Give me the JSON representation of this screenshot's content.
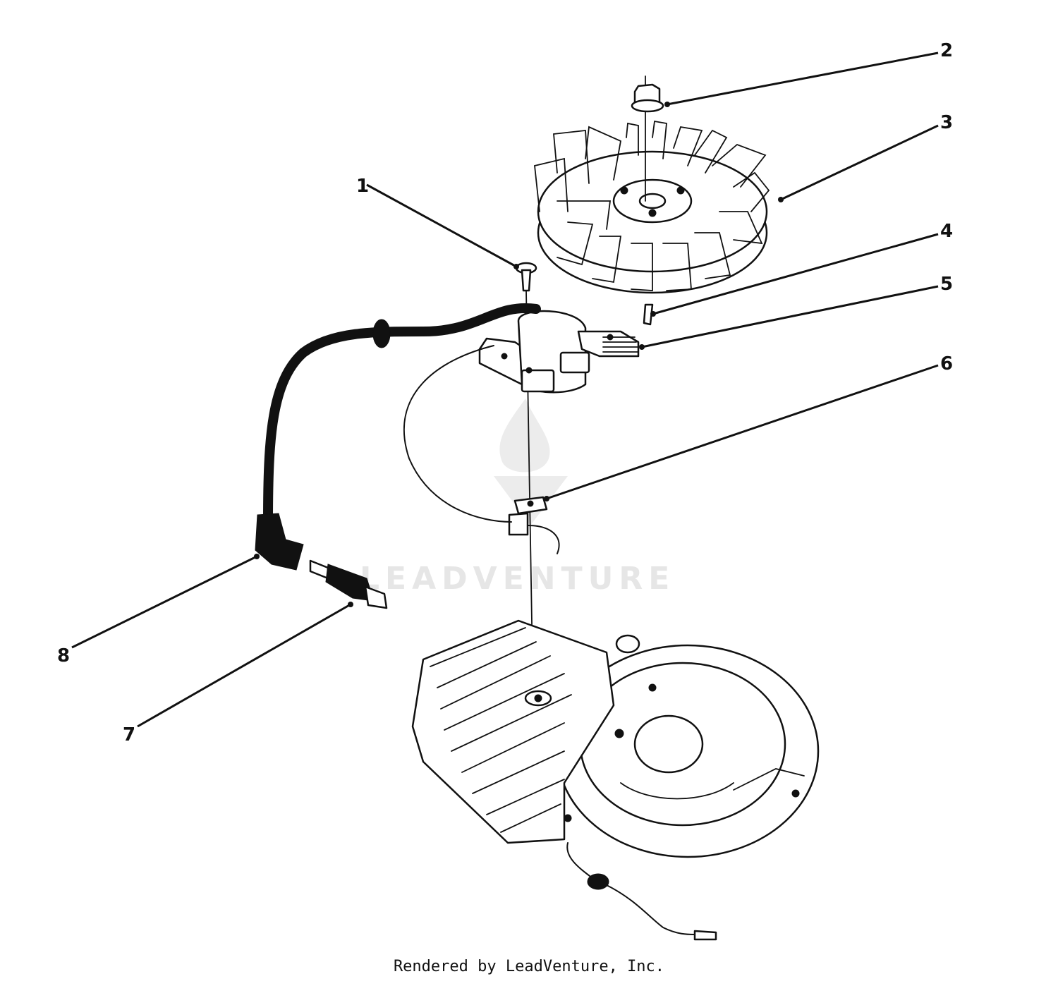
{
  "callouts": [
    {
      "id": "1",
      "label": "1"
    },
    {
      "id": "2",
      "label": "2"
    },
    {
      "id": "3",
      "label": "3"
    },
    {
      "id": "4",
      "label": "4"
    },
    {
      "id": "5",
      "label": "5"
    },
    {
      "id": "6",
      "label": "6"
    },
    {
      "id": "7",
      "label": "7"
    },
    {
      "id": "8",
      "label": "8"
    }
  ],
  "watermark": {
    "text": "LEADVENTURE"
  },
  "credit": "Rendered by LeadVenture, Inc."
}
